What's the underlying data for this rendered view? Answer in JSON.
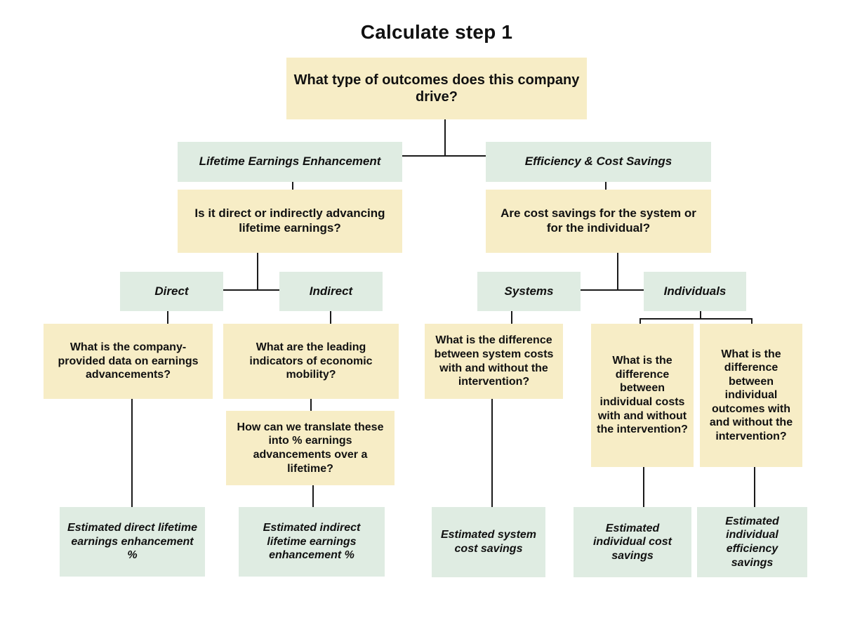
{
  "title": "Calculate step 1",
  "colors": {
    "question_fill": "#F7EDC6",
    "label_fill": "#DFECE2",
    "line": "#1a1a1a",
    "text": "#111111",
    "background": "#FFFFFF"
  },
  "tree": {
    "root": "What type of outcomes does this company drive?",
    "branches": [
      {
        "label": "Lifetime Earnings Enhancement",
        "question": "Is it direct or indirectly advancing lifetime earnings?",
        "children": [
          {
            "label": "Direct",
            "steps": [
              "What is the company-provided data on earnings advancements?"
            ],
            "result": "Estimated direct lifetime earnings enhancement %"
          },
          {
            "label": "Indirect",
            "steps": [
              "What are the leading indicators of economic mobility?",
              "How can we translate these into % earnings advancements over a lifetime?"
            ],
            "result": "Estimated indirect lifetime earnings enhancement %"
          }
        ]
      },
      {
        "label": "Efficiency & Cost Savings",
        "question": "Are cost savings for the system or for the individual?",
        "children": [
          {
            "label": "Systems",
            "steps": [
              "What is the difference between system costs with and without the intervention?"
            ],
            "result": "Estimated system cost savings"
          },
          {
            "label": "Individuals",
            "subpaths": [
              {
                "step": "What is the difference between individual costs with and without the intervention?",
                "result": "Estimated individual cost savings"
              },
              {
                "step": "What is the difference between individual outcomes with and without the intervention?",
                "result": "Estimated individual efficiency savings"
              }
            ]
          }
        ]
      }
    ]
  }
}
